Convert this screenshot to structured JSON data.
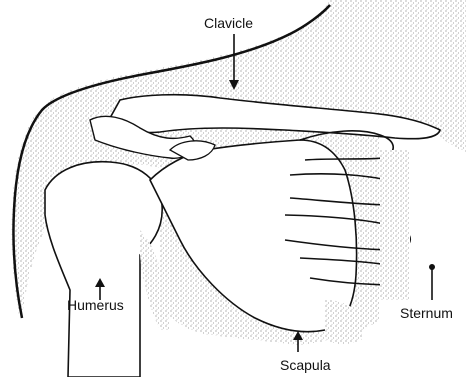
{
  "figure": {
    "labels": {
      "clavicle": "Clavicle",
      "humerus": "Humerus",
      "scapula": "Scapula",
      "sternum": "Sternum"
    }
  },
  "colors": {
    "ink": "#111111",
    "stipple": "#555555",
    "background": "#ffffff"
  }
}
